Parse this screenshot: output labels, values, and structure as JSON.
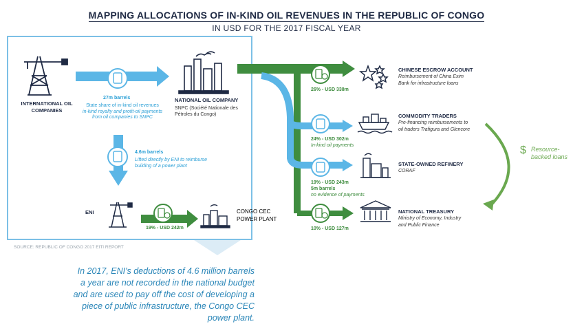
{
  "title": "MAPPING ALLOCATIONS OF IN-KIND OIL REVENUES IN THE REPUBLIC OF CONGO",
  "subtitle": "IN USD FOR THE 2017 FISCAL YEAR",
  "ioc": {
    "name": "INTERNATIONAL OIL COMPANIES"
  },
  "noc": {
    "name": "NATIONAL OIL COMPANY",
    "desc": "SNPC (Société Nationale des Pétroles du Congo)"
  },
  "flow_state": {
    "amount": "27m barrels",
    "line1": "State share of in-kind oil revenues",
    "line2": "in-kind royalty and profit-oil payments",
    "line3": "from oil companies to SNPC"
  },
  "flow_eni": {
    "amount": "4.6m barrels",
    "line1": "Lifted directly by ENI to reimburse",
    "line2": "building of a power plant"
  },
  "eni": {
    "name": "ENI",
    "pct": "19% - USD 242m"
  },
  "cec": {
    "line1": "CONGO CEC",
    "line2": "POWER PLANT"
  },
  "source": "SOURCE: REPUBLIC OF CONGO 2017 EITI REPORT",
  "caption": [
    "In 2017, ENI's deductions of 4.6 million barrels",
    "a year are not recorded in the national budget",
    "and are used to pay off the cost of developing a",
    "piece of public infrastructure, the Congo CEC",
    "power plant."
  ],
  "destinations": [
    {
      "name": "CHINESE ESCROW ACCOUNT",
      "desc1": "Reimbursement of China Exim",
      "desc2": "Bank for infrastructure loans",
      "pct": "26% - USD 338m",
      "note": "",
      "icon": "stars-icon"
    },
    {
      "name": "COMMODITY TRADERS",
      "desc1": "Pre-financing reimbursements to",
      "desc2": "oil traders Trafigura and Glencore",
      "pct": "24% - USD 302m",
      "note": "In-kind oil payments",
      "icon": "tanker-ship-icon"
    },
    {
      "name": "STATE-OWNED REFINERY",
      "desc1": "CORAF",
      "desc2": "",
      "pct": "19% - USD 243m",
      "pct2": "5m barrels",
      "note": "no evidence of payments",
      "icon": "refinery-icon"
    },
    {
      "name": "NATIONAL TREASURY",
      "desc1": "Ministry of Economy, Industry",
      "desc2": "and Public Finance",
      "pct": "10% - USD 127m",
      "note": "",
      "icon": "treasury-building-icon"
    }
  ],
  "resource_loans": {
    "symbol": "$",
    "label": "Resource-backed loans"
  },
  "colors": {
    "blue": "#5bb6e6",
    "green": "#3f8d3f",
    "navy": "#1f2a44",
    "light_green": "#6aa84f"
  }
}
